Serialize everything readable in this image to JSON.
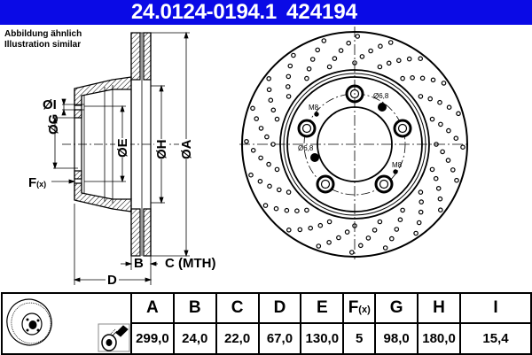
{
  "header": {
    "part_number": "24.0124-0194.1",
    "article_code": "424194",
    "background_color": "#0a0ae6",
    "text_color": "#ffffff"
  },
  "note": {
    "line1": "Abbildung ähnlich",
    "line2": "Illustration similar"
  },
  "side_view": {
    "labels": {
      "I": "ØI",
      "G": "ØG",
      "E": "ØE",
      "H": "ØH",
      "A": "ØA",
      "F": "F",
      "F_sub": "(x)",
      "B": "B",
      "C": "C (MTH)",
      "D": "D"
    }
  },
  "front_view": {
    "annotations": {
      "hole_top": "Ø6,8",
      "hole_left": "Ø6,8",
      "thread_left": "M8",
      "thread_right": "M8"
    },
    "bolt_holes": 5,
    "style": "cross-drilled"
  },
  "table": {
    "headers": [
      "A",
      "B",
      "C",
      "D",
      "E",
      "F",
      "G",
      "H",
      "I"
    ],
    "header_F_sub": "(x)",
    "values": [
      "299,0",
      "24,0",
      "22,0",
      "67,0",
      "130,0",
      "5",
      "98,0",
      "180,0",
      "15,4"
    ],
    "icons": [
      "brake-disc-perspective-icon",
      "spray-coating-icon"
    ]
  }
}
